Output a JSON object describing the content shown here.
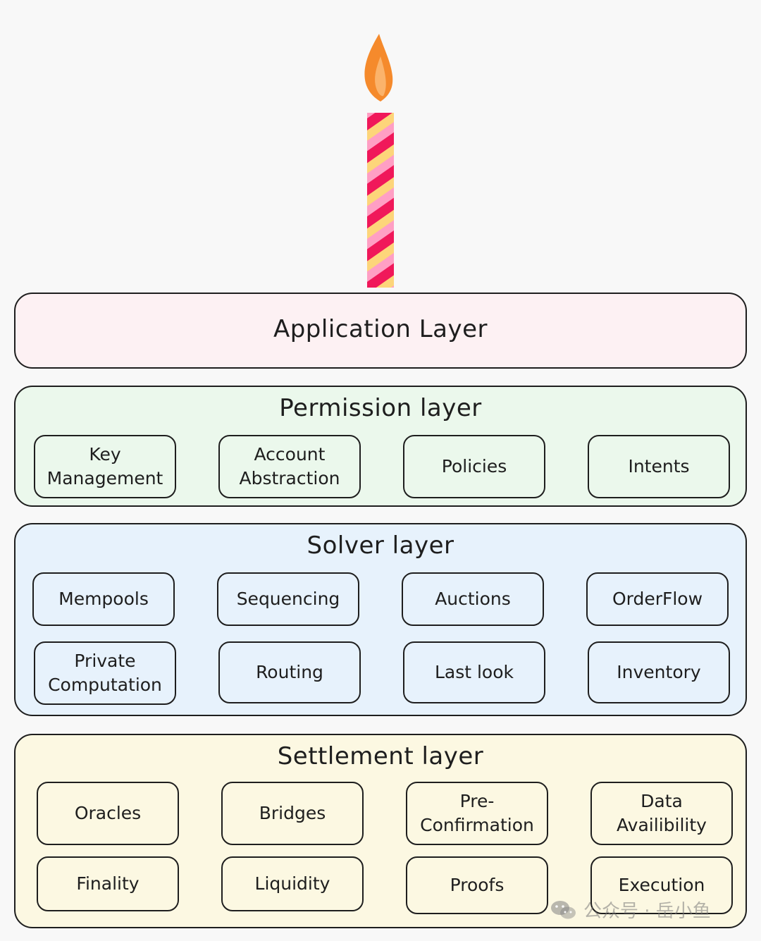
{
  "colors": {
    "stroke": "#1e1e1e",
    "application": "#fdf1f3",
    "permission": "#ebf8ec",
    "solver": "#e7f2fc",
    "settlement": "#fcf8e2",
    "candle_red": "#f0185a",
    "candle_pink": "#ff9fc4",
    "candle_yellow": "#fdd57a",
    "flame_orange": "#f58a2c"
  },
  "candle": {
    "icon": "birthday-candle-icon"
  },
  "application_layer": {
    "title": "Application Layer"
  },
  "permission_layer": {
    "title": "Permission layer",
    "items": [
      "Key\nManagement",
      "Account\nAbstraction",
      "Policies",
      "Intents"
    ]
  },
  "solver_layer": {
    "title": "Solver layer",
    "items": [
      "Mempools",
      "Sequencing",
      "Auctions",
      "OrderFlow",
      "Private\nComputation",
      "Routing",
      "Last look",
      "Inventory"
    ]
  },
  "settlement_layer": {
    "title": "Settlement layer",
    "items": [
      "Oracles",
      "Bridges",
      "Pre-\nConfirmation",
      "Data\nAvailibility",
      "Finality",
      "Liquidity",
      "Proofs",
      "Execution"
    ]
  },
  "watermark": {
    "icon": "wechat-icon",
    "text": "公众号 · 岳小鱼"
  }
}
